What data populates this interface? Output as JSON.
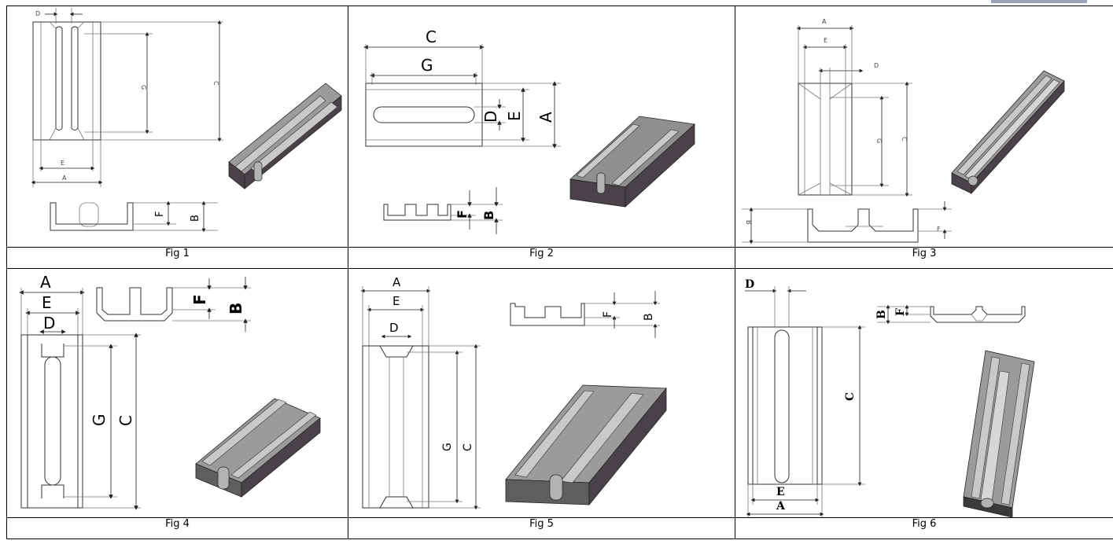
{
  "figures": [
    {
      "caption": "Fig 1",
      "labels": {
        "A": "A",
        "B": "B",
        "C": "C",
        "D": "D",
        "E": "E",
        "F": "F",
        "G": "G"
      }
    },
    {
      "caption": "Fig 2",
      "labels": {
        "A": "A",
        "B": "B",
        "C": "C",
        "D": "D",
        "E": "E",
        "F": "F",
        "G": "G"
      }
    },
    {
      "caption": "Fig 3",
      "labels": {
        "A": "A",
        "B": "B",
        "C": "C",
        "D": "D",
        "E": "E",
        "F": "F",
        "G": "G"
      }
    },
    {
      "caption": "Fig 4",
      "labels": {
        "A": "A",
        "B": "B",
        "C": "C",
        "D": "D",
        "E": "E",
        "F": "F",
        "G": "G"
      }
    },
    {
      "caption": "Fig 5",
      "labels": {
        "A": "A",
        "B": "B",
        "C": "C",
        "D": "D",
        "E": "E",
        "F": "F",
        "G": "G"
      }
    },
    {
      "caption": "Fig 6",
      "labels": {
        "A": "A",
        "B": "B",
        "C": "C",
        "D": "D",
        "E": "E",
        "F": "F"
      }
    }
  ],
  "colors": {
    "dark_face": "#4a4248",
    "light_face": "#c9c9c9",
    "mid_face": "#9b9b9b",
    "edge": "#222222"
  }
}
